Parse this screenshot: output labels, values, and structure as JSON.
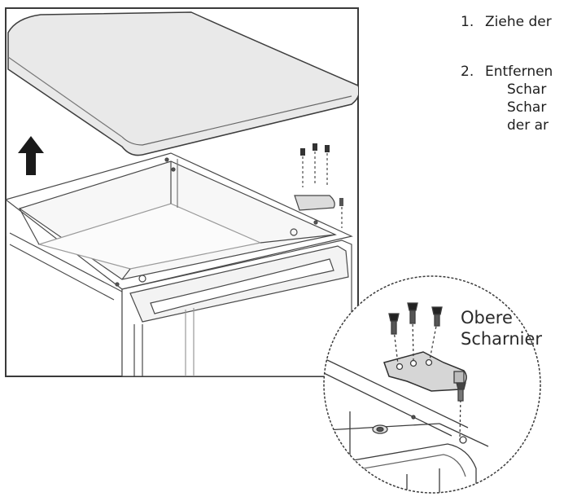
{
  "instructions": [
    {
      "number": "1.",
      "text": "Ziehe der"
    },
    {
      "number": "2.",
      "text": "Entfernen",
      "continuation": [
        "Schar",
        "Schar",
        "der ar"
      ]
    }
  ],
  "callout": {
    "line1": "Obere",
    "line2": "Scharnier"
  },
  "icons": [
    "up-arrow-icon",
    "screw-icon",
    "hinge-icon"
  ]
}
